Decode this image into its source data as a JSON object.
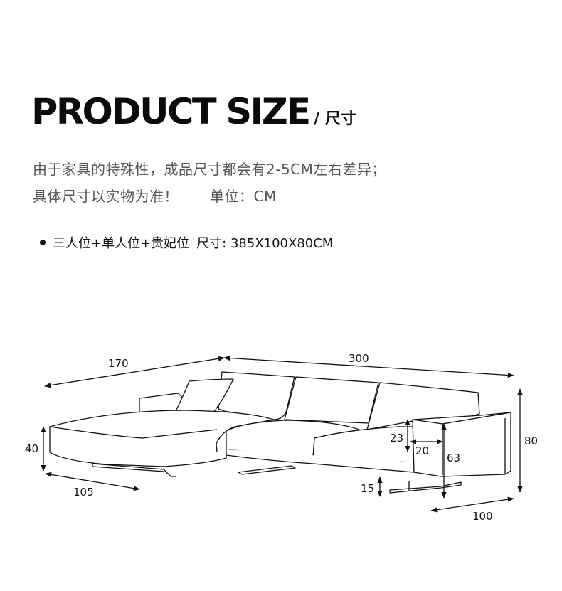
{
  "header": {
    "title": "PRODUCT SIZE",
    "subtitle": "/ 尺寸"
  },
  "notes": {
    "line1": "由于家具的特殊性，成品尺寸都会有2-5CM左右差异；",
    "line2": "具体尺寸以实物为准！",
    "unit": "单位：CM"
  },
  "spec": {
    "config": "三人位+单人位+贵妃位",
    "size": "尺寸: 385X100X80CM"
  },
  "dimensions": {
    "chaise_length": "170",
    "sofa_length": "300",
    "seat_height": "40",
    "chaise_width": "105",
    "total_height": "80",
    "arm_above_seat": "23",
    "arm_width": "20",
    "arm_height": "63",
    "leg_height": "15",
    "depth": "100"
  }
}
